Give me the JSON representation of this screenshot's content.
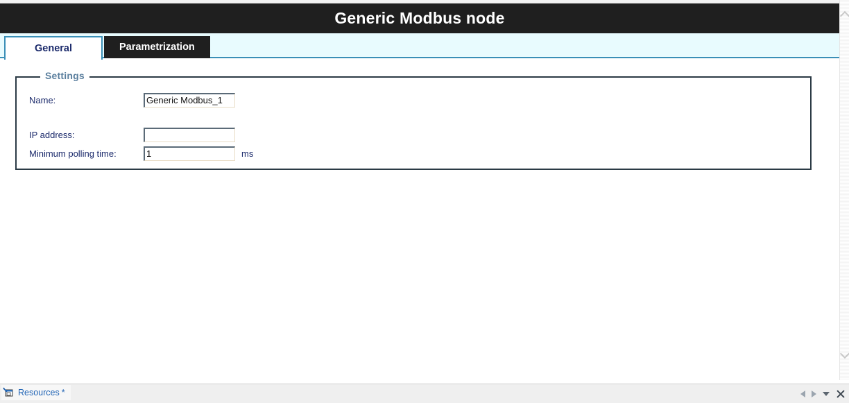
{
  "window": {
    "title": "Generic Modbus node"
  },
  "tabs": [
    {
      "label": "General",
      "active": true,
      "name": "tab-general"
    },
    {
      "label": "Parametrization",
      "active": false,
      "name": "tab-parametrization"
    }
  ],
  "settings": {
    "legend": "Settings",
    "fields": [
      {
        "label": "Name:",
        "value": "Generic Modbus_1",
        "placeholder": "",
        "unit": ""
      },
      {
        "label": "IP address:",
        "value": "",
        "placeholder": "",
        "unit": ""
      },
      {
        "label": "Minimum polling time:",
        "value": "1",
        "placeholder": "",
        "unit": "ms"
      }
    ]
  },
  "scrollbar": {
    "up_icon": "chevron-up-icon",
    "down_icon": "chevron-down-icon"
  },
  "statusbar": {
    "tab_icon": "pin-window-icon",
    "tab_label": "Resources",
    "modified_marker": "*",
    "controls": [
      {
        "icon": "nav-previous-icon"
      },
      {
        "icon": "nav-next-icon"
      },
      {
        "icon": "chevron-down-icon"
      },
      {
        "icon": "close-icon"
      }
    ]
  },
  "colors": {
    "titlebar_bg": "#1f1f1f",
    "tabstrip_bg": "#e8fbfe",
    "accent_blue": "#3a8fb7",
    "label_text": "#1b2a6b",
    "legend_text": "#5b7f9e",
    "status_link": "#1f63b5"
  }
}
